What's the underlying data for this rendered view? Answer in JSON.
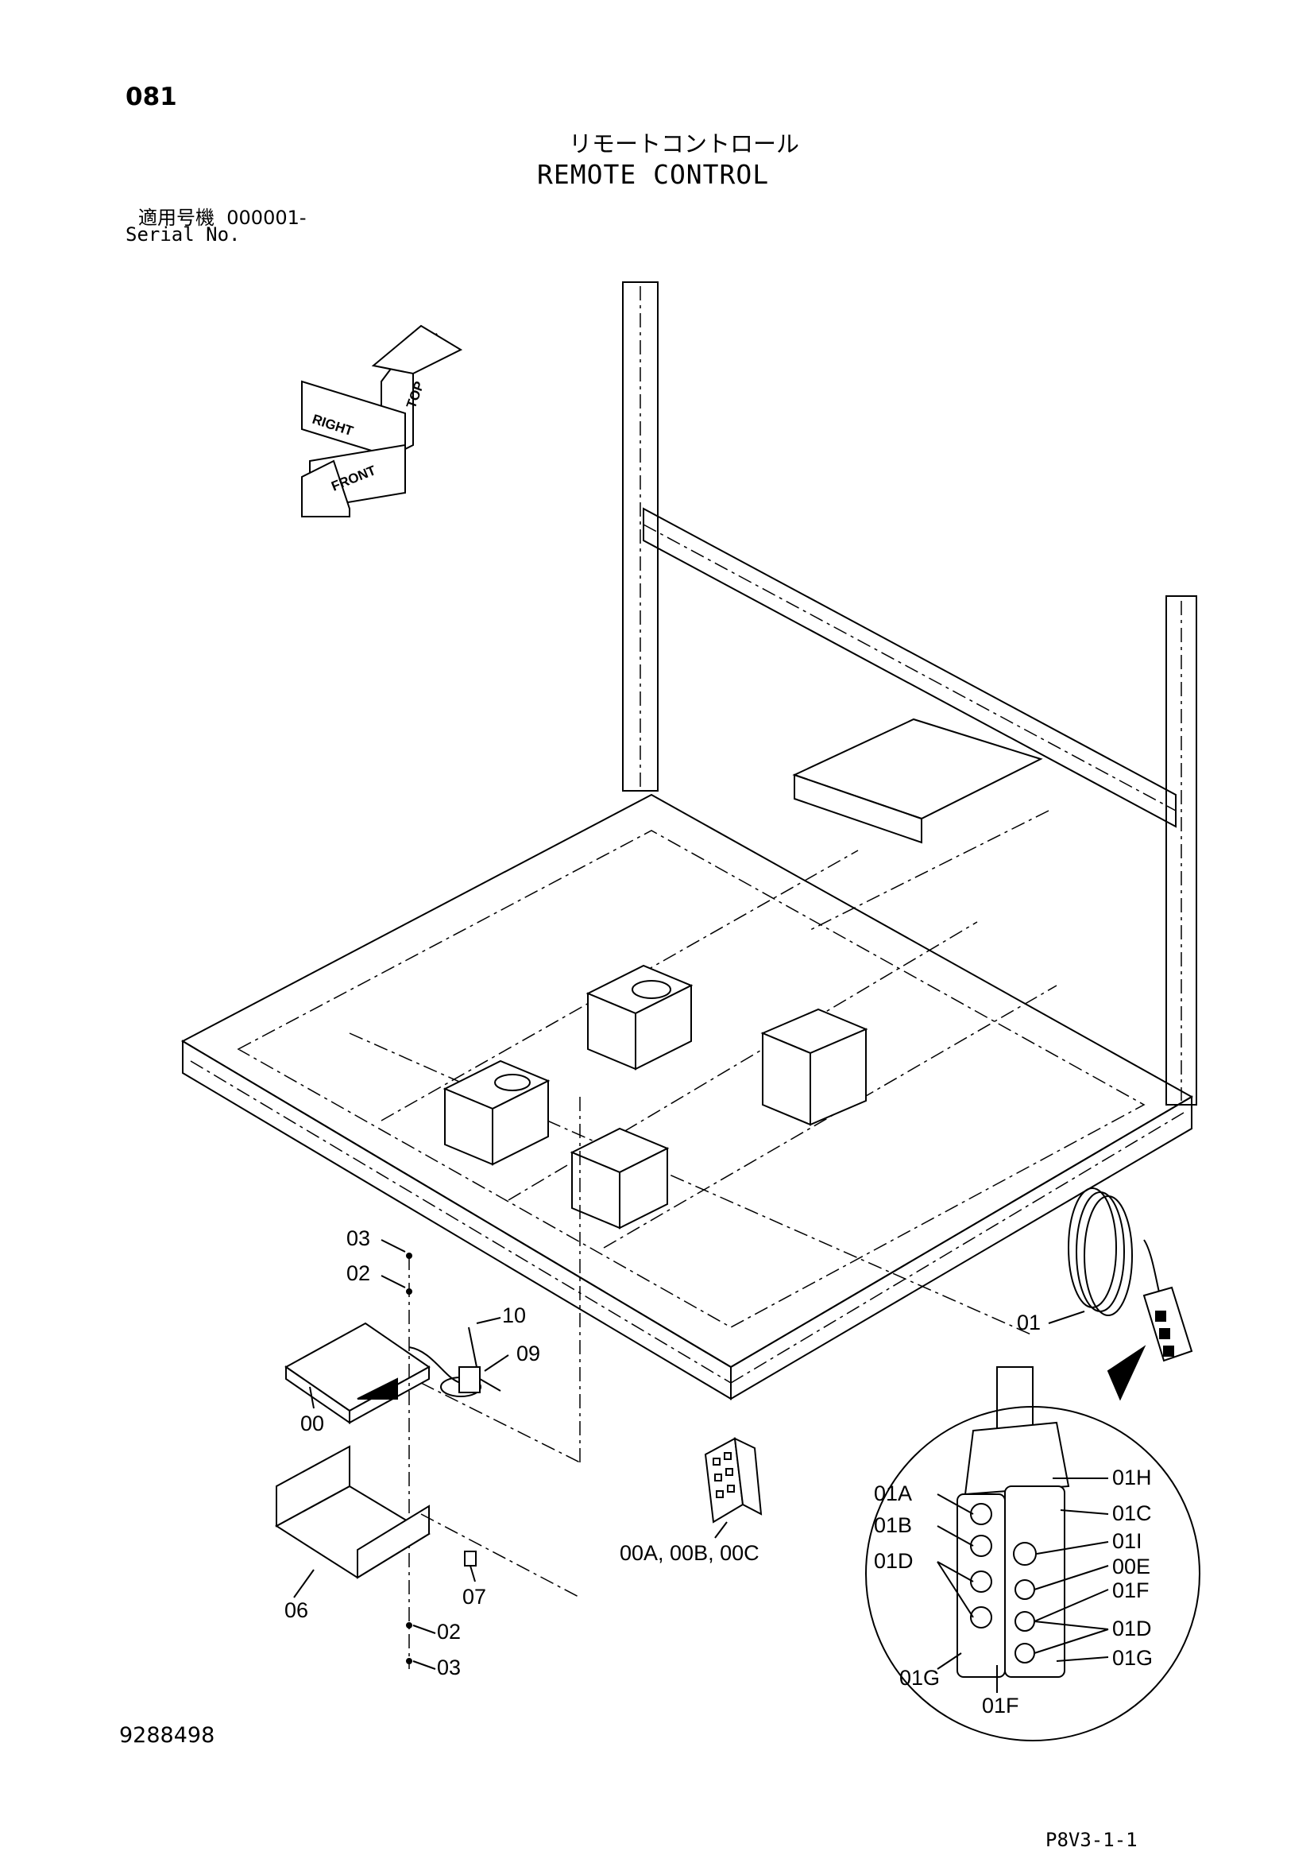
{
  "header": {
    "page_number": "081",
    "title_japanese": "リモートコントロール",
    "title": "REMOTE CONTROL",
    "serial_label_japanese": "適用号機",
    "serial_range": "000001-",
    "serial_label": "Serial No."
  },
  "orientation_indicator": {
    "top": "TOP",
    "right": "RIGHT",
    "front": "FRONT"
  },
  "callouts": {
    "p03_top": "03",
    "p02_top": "02",
    "p10": "10",
    "p09": "09",
    "p00": "00",
    "p06": "06",
    "p07": "07",
    "p02_bottom": "02",
    "p03_bottom": "03",
    "p00abc": "00A, 00B, 00C",
    "p01": "01"
  },
  "detail_callouts": {
    "c01H": "01H",
    "c01A": "01A",
    "c01C": "01C",
    "c01B": "01B",
    "c01I": "01I",
    "c00E": "00E",
    "c01D_left": "01D",
    "c01F_right": "01F",
    "c01D_right": "01D",
    "c01G_left": "01G",
    "c01F_bottom": "01F",
    "c01G_right": "01G"
  },
  "footer": {
    "document_number": "9288498",
    "sheet_id": "P8V3-1-1"
  }
}
